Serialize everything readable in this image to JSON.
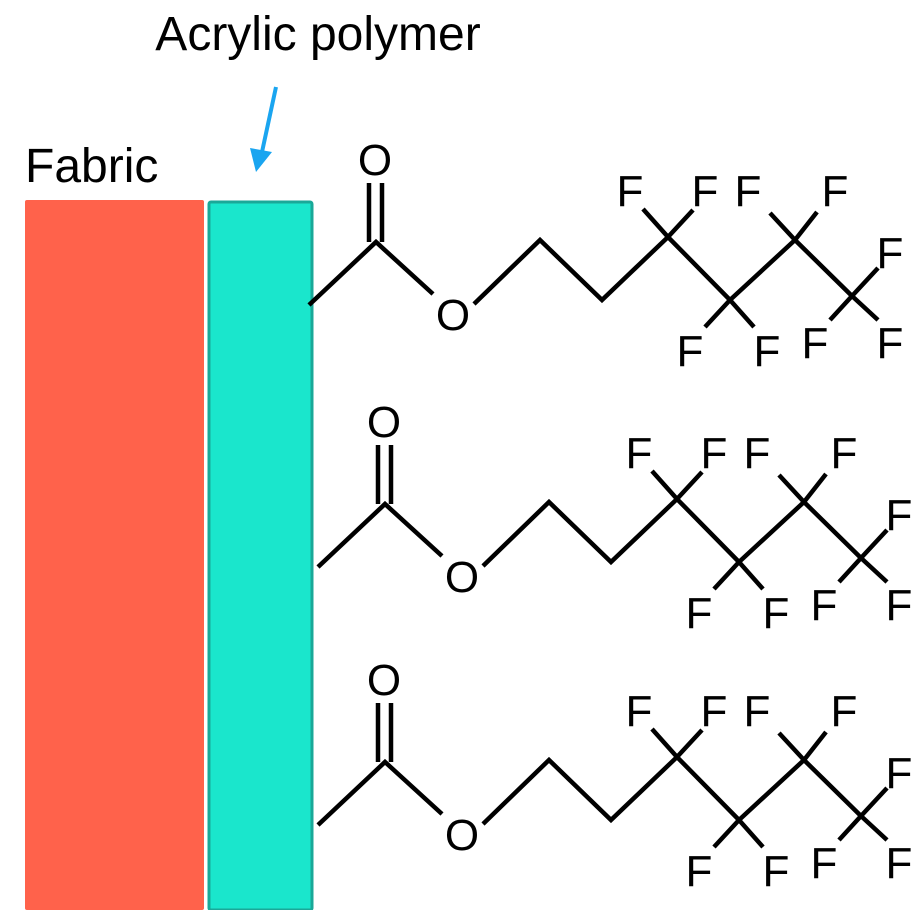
{
  "labels": {
    "acrylic_polymer": "Acrylic polymer",
    "fabric": "Fabric"
  },
  "colors": {
    "fabric": "#ff624b",
    "polymer": "#1ae6cc",
    "polymer_border": "#1aa898",
    "arrow": "#1aa5f0"
  },
  "chains": [
    {
      "carbonyl_oxygen": "O",
      "ester_oxygen": "O",
      "fluorines": [
        "F",
        "F",
        "F",
        "F",
        "F",
        "F",
        "F",
        "F",
        "F"
      ]
    },
    {
      "carbonyl_oxygen": "O",
      "ester_oxygen": "O",
      "fluorines": [
        "F",
        "F",
        "F",
        "F",
        "F",
        "F",
        "F",
        "F",
        "F"
      ]
    },
    {
      "carbonyl_oxygen": "O",
      "ester_oxygen": "O",
      "fluorines": [
        "F",
        "F",
        "F",
        "F",
        "F",
        "F",
        "F",
        "F",
        "F"
      ]
    }
  ]
}
